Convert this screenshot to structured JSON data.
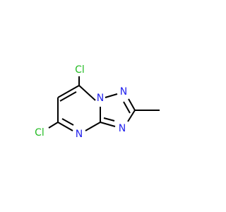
{
  "molecule": {
    "atoms": {
      "cl_top": "Cl",
      "cl_left": "Cl",
      "n1": "N",
      "n2": "N",
      "n3": "N",
      "n4": "N"
    }
  },
  "colors": {
    "chlorine": "#22BB22",
    "nitrogen": "#2222EE",
    "carbon": "#000000",
    "background": "#FFFFFF"
  }
}
